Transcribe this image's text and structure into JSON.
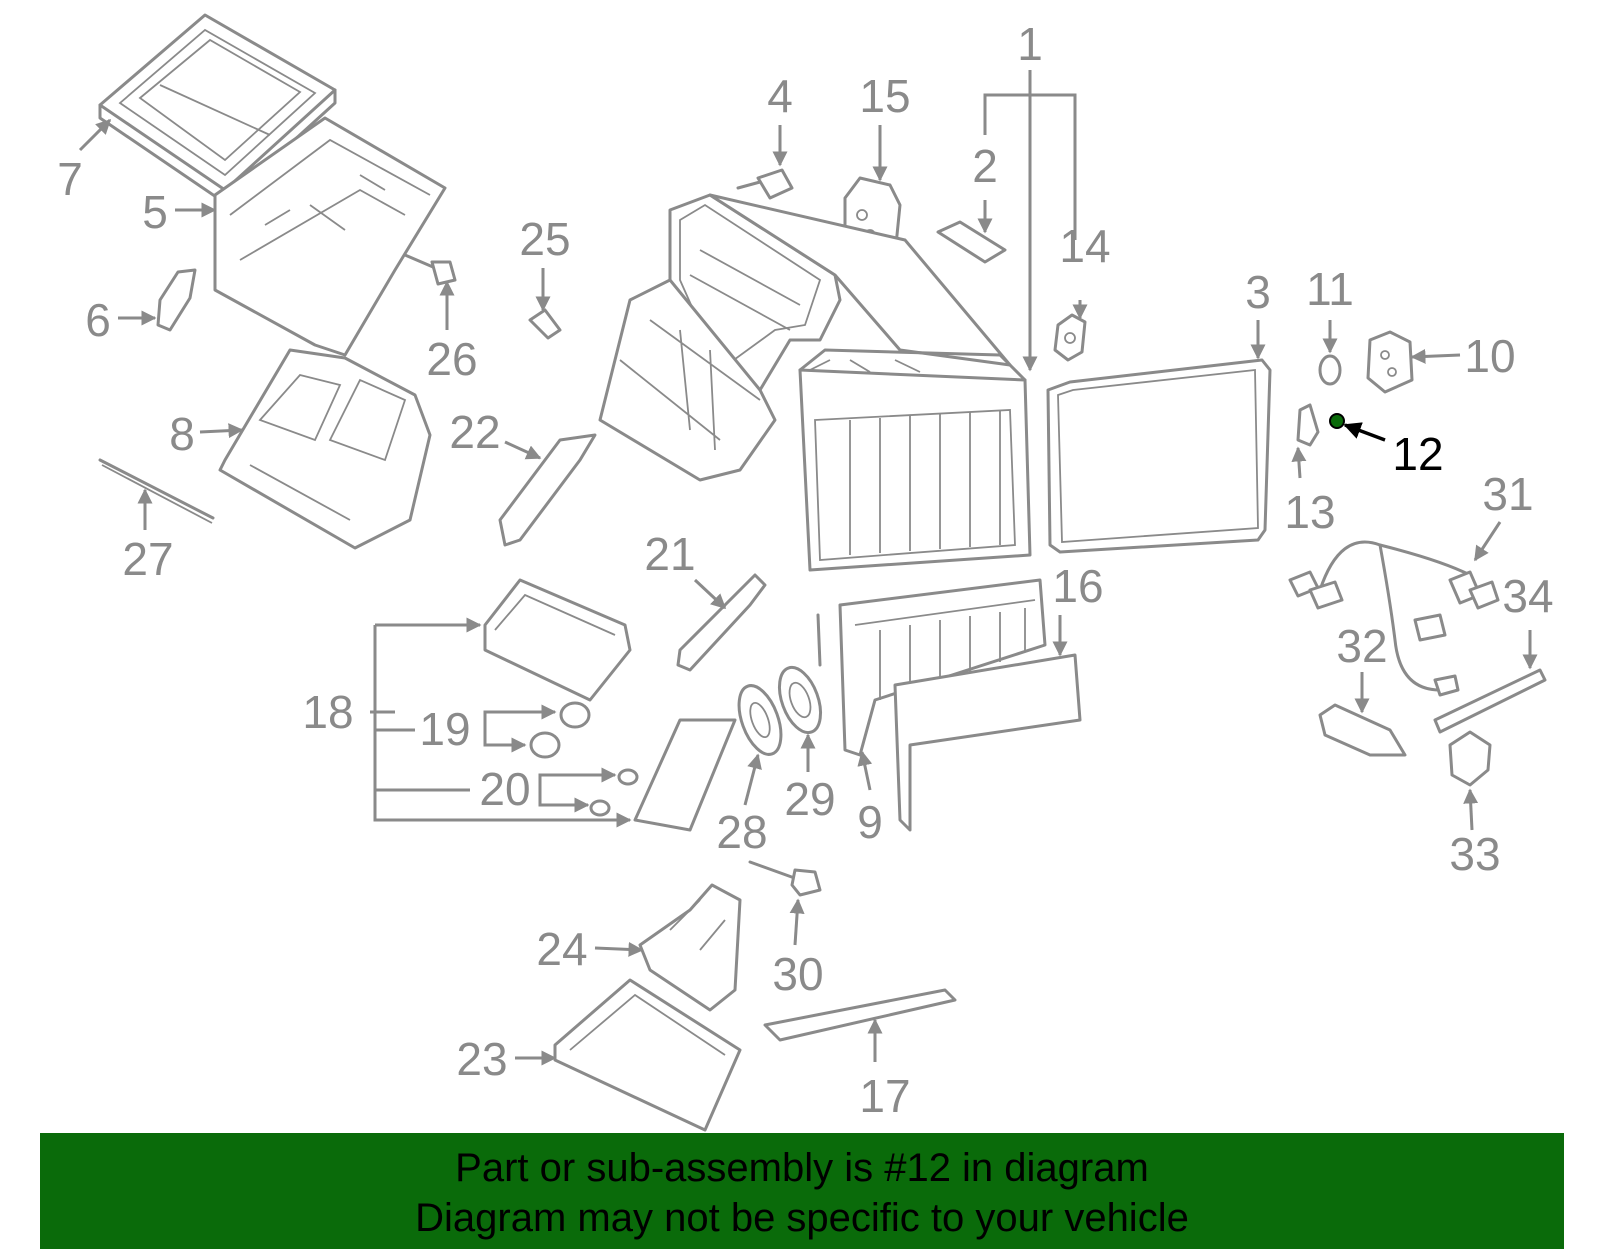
{
  "highlight_color": "#0a6b0a",
  "banner": {
    "line1": "Part or sub-assembly is #12 in diagram",
    "line2": "Diagram may not be specific to your vehicle"
  },
  "callouts": {
    "c1": "1",
    "c2": "2",
    "c3": "3",
    "c4": "4",
    "c5": "5",
    "c6": "6",
    "c7": "7",
    "c8": "8",
    "c9": "9",
    "c10": "10",
    "c11": "11",
    "c12": "12",
    "c13": "13",
    "c14": "14",
    "c15": "15",
    "c16": "16",
    "c17": "17",
    "c18": "18",
    "c19": "19",
    "c20": "20",
    "c21": "21",
    "c22": "22",
    "c23": "23",
    "c24": "24",
    "c25": "25",
    "c26": "26",
    "c27": "27",
    "c28": "28",
    "c29": "29",
    "c30": "30",
    "c31": "31",
    "c32": "32",
    "c33": "33",
    "c34": "34"
  }
}
